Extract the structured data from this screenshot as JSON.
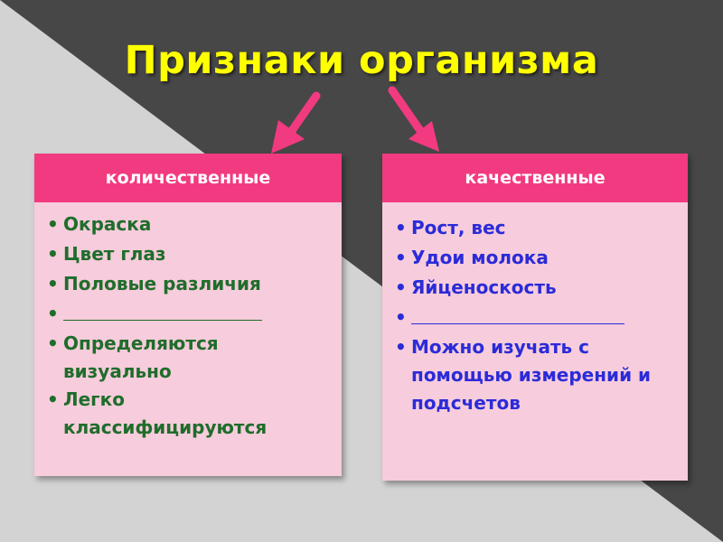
{
  "title": "Признаки организма",
  "colors": {
    "background_dark": "#474747",
    "background_light": "#d3d3d3",
    "title": "#ffff00",
    "arrow": "#f23a80",
    "header": "#f23a80",
    "panel": "#f7ccdc",
    "left_text": "#1f6d2b",
    "right_text": "#2b2bd8"
  },
  "left_panel": {
    "header": "количественные",
    "items": [
      "Окраска",
      "Цвет глаз",
      "Половые различия",
      "",
      "Определяются визуально",
      "Легко классифицируются"
    ]
  },
  "right_panel": {
    "header": "качественные",
    "items": [
      "Рост, вес",
      "Удои молока",
      "Яйценоскость",
      "",
      "Можно изучать с помощью измерений и подсчетов"
    ]
  },
  "icons": [
    "arrow-down-left-icon",
    "arrow-down-right-icon"
  ]
}
